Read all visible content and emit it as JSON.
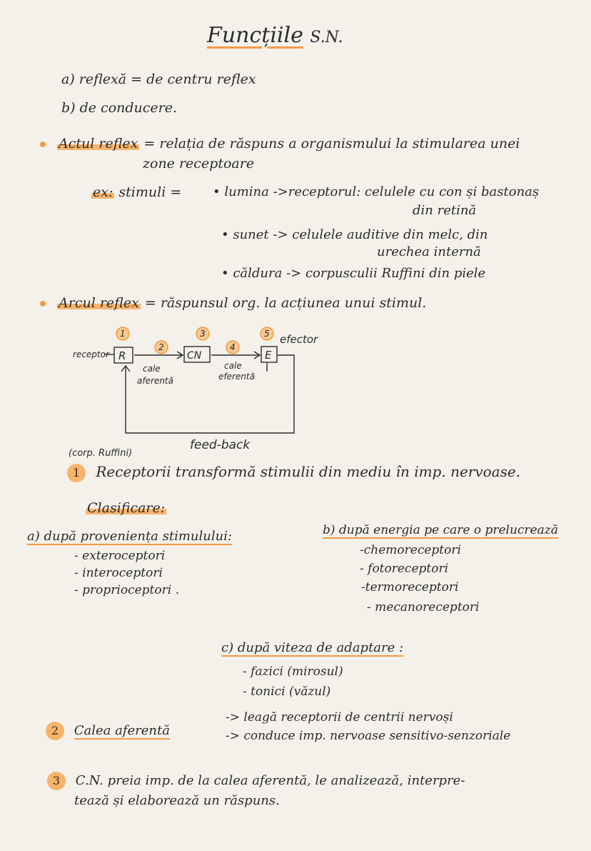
{
  "title": {
    "main": "Funcțiile",
    "suffix": "S.N."
  },
  "functions": [
    "a) reflexă = de centru reflex",
    "b) de conducere."
  ],
  "act_reflex": {
    "term": "Actul reflex",
    "definition_1": "= relația de răspuns a organismului la stimularea unei",
    "definition_2": "zone receptoare",
    "ex_label": "ex:",
    "stimuli_label": "stimuli =",
    "stimuli": [
      {
        "line1": "• lumina ->receptorul: celulele cu con și bastonaș",
        "line2": "din retină"
      },
      {
        "line1": "• sunet -> celulele auditive din melc, din",
        "line2": "urechea internă"
      },
      {
        "line1": "• căldura -> corpusculii Ruffini din piele",
        "line2": ""
      }
    ]
  },
  "arc_reflex": {
    "term": "Arcul reflex",
    "definition": "= răspunsul org. la acțiunea unui stimul."
  },
  "diagram": {
    "nums": [
      "1",
      "2",
      "3",
      "4",
      "5"
    ],
    "receptor_label": "receptor",
    "R": "R",
    "CN": "CN",
    "E": "E",
    "efector_label": "efector",
    "cale_aferenta_1": "cale",
    "cale_aferenta_2": "aferentă",
    "cale_eferenta_1": "cale",
    "cale_eferenta_2": "eferentă",
    "feedback": "feed-back",
    "note": "(corp. Ruffini)"
  },
  "receptors": {
    "num": "1",
    "text": "Receptorii transformă stimulii din mediu în imp. nervoase."
  },
  "classification": {
    "title": "Clasificare:",
    "a_title": "a) după proveniența stimulului:",
    "a_items": [
      "- exteroceptori",
      "- interoceptori",
      "- proprioceptori ."
    ],
    "b_title": "b) după energia pe care o prelucrează",
    "b_items": [
      "-chemoreceptori",
      "- fotoreceptori",
      "-termoreceptori",
      "- mecanoreceptori"
    ],
    "c_title": "c) după viteza de adaptare :",
    "c_items": [
      "- fazici (mirosul)",
      "- tonici (văzul)"
    ]
  },
  "cale_aferenta": {
    "num": "2",
    "term": "Calea aferentă",
    "line1": "-> leagă receptorii de centrii nervoși",
    "line2": "-> conduce imp. nervoase sensitivo-senzoriale"
  },
  "cn": {
    "num": "3",
    "line1": "C.N. preia imp. de la calea aferentă, le analizează, interpre-",
    "line2": "tează și elaborează un răspuns."
  },
  "colors": {
    "highlight": "#f7b46b",
    "accent": "#f29a45",
    "ink": "#2b2b30",
    "paper": "#f4f1ea"
  }
}
